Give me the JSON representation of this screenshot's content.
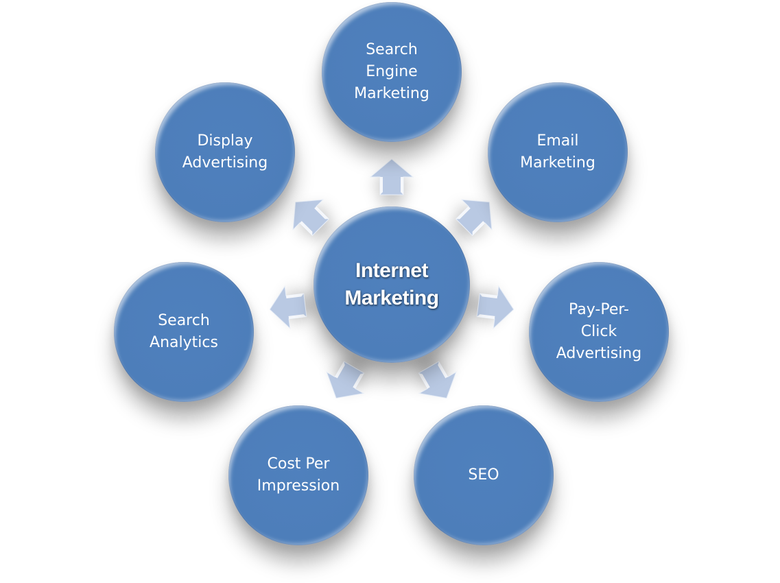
{
  "diagram": {
    "type": "radial-cycle",
    "colors": {
      "node_fill": "#4f81bd",
      "node_text": "#ffffff",
      "arrow_fill": "#b9c9e3",
      "arrow_highlight": "#ffffff",
      "background": "#ffffff"
    },
    "center": {
      "label": "Internet\nMarketing"
    },
    "nodes": [
      {
        "id": "search-engine-marketing",
        "label": "Search\nEngine\nMarketing"
      },
      {
        "id": "email-marketing",
        "label": "Email\nMarketing"
      },
      {
        "id": "pay-per-click-advertising",
        "label": "Pay-Per-\nClick\nAdvertising"
      },
      {
        "id": "seo",
        "label": "SEO"
      },
      {
        "id": "cost-per-impression",
        "label": "Cost Per\nImpression"
      },
      {
        "id": "search-analytics",
        "label": "Search\nAnalytics"
      },
      {
        "id": "display-advertising",
        "label": "Display\nAdvertising"
      }
    ],
    "arrows": [
      {
        "to": "search-engine-marketing",
        "direction": "up"
      },
      {
        "to": "email-marketing",
        "direction": "up-right"
      },
      {
        "to": "pay-per-click-advertising",
        "direction": "right"
      },
      {
        "to": "seo",
        "direction": "down-right"
      },
      {
        "to": "cost-per-impression",
        "direction": "down-left"
      },
      {
        "to": "search-analytics",
        "direction": "left"
      },
      {
        "to": "display-advertising",
        "direction": "up-left"
      }
    ]
  }
}
